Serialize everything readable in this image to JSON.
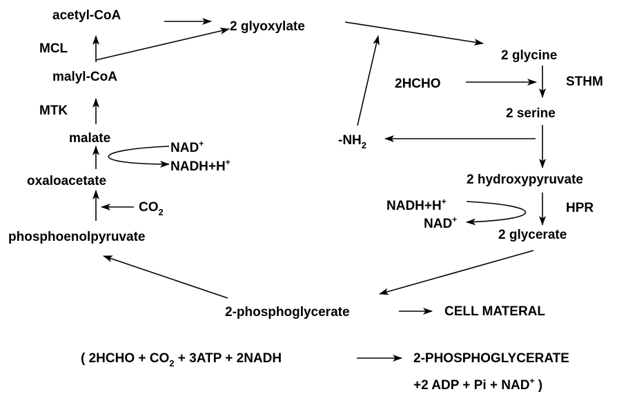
{
  "metabolites": {
    "acetyl_coa": "acetyl-CoA",
    "glyoxylate": "2 glyoxylate",
    "glycine": "2 glycine",
    "hcho": "2HCHO",
    "serine": "2 serine",
    "nh2": "-NH",
    "nh2_sub": "2",
    "hydroxypyruvate": "2 hydroxypyruvate",
    "glycerate": "2 glycerate",
    "malyl_coa": "malyl-CoA",
    "malate": "malate",
    "oxaloacetate": "oxaloacetate",
    "pep": "phosphoenolpyruvate",
    "phosphoglycerate": "2-phosphoglycerate",
    "cell_material": "CELL MATERAL"
  },
  "enzymes": {
    "mcl": "MCL",
    "mtk": "MTK",
    "sthm": "STHM",
    "hpr": "HPR"
  },
  "cofactors": {
    "nad": "NAD",
    "nad_sup": "+",
    "nadh": "NADH+H",
    "nadh_sup": "+",
    "co2": "CO",
    "co2_sub": "2",
    "nadh_right": "NADH+H",
    "nadh_right_sup": "+",
    "nad_right": "NAD",
    "nad_right_sup": "+"
  },
  "equation": {
    "left_a": "( 2HCHO + CO",
    "left_sub": "2",
    "left_b": " + 3ATP + 2NADH",
    "right": "2-PHOSPHOGLYCERATE",
    "line2_a": "+2 ADP + Pi + NAD",
    "line2_sup": "+",
    "line2_b": " )"
  }
}
